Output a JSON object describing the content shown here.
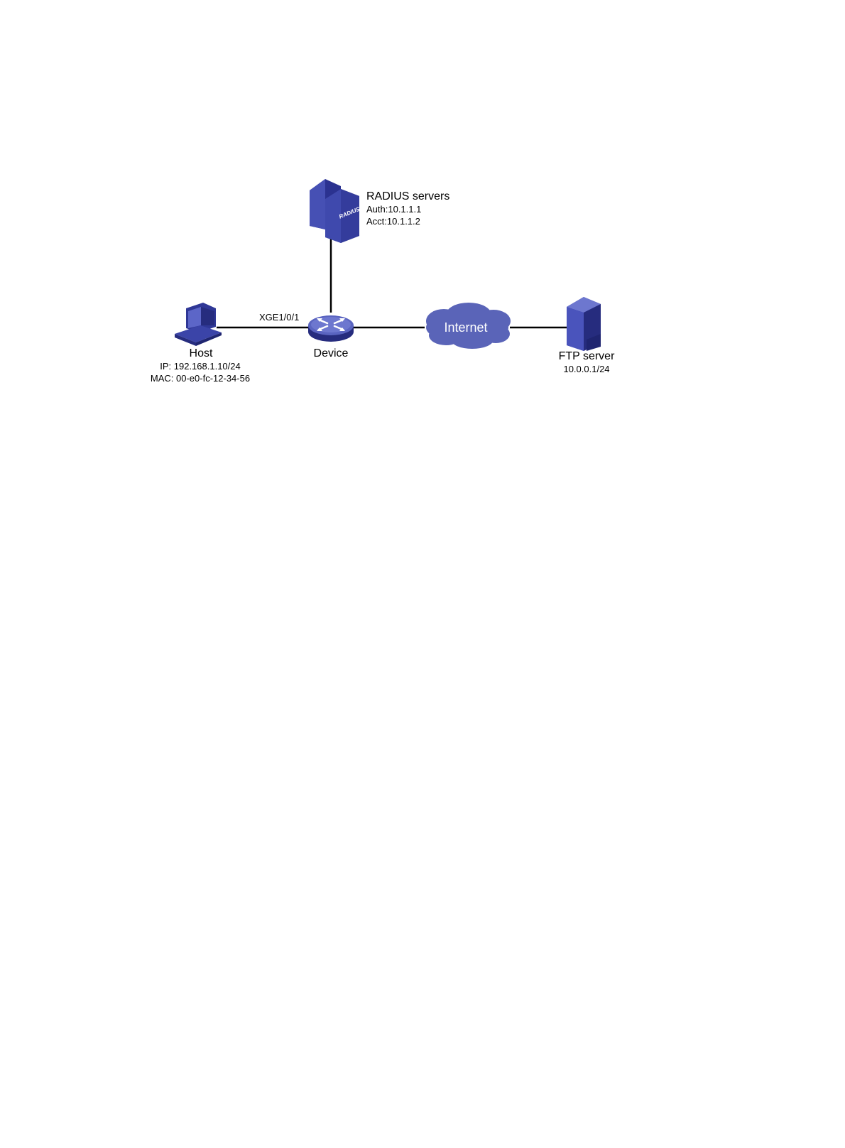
{
  "colors": {
    "device_blue": "#3b44a8",
    "device_dark": "#262c7e",
    "device_light": "#6d77cf",
    "cloud": "#5a64b8",
    "link": "#000000",
    "background": "#ffffff"
  },
  "radius": {
    "title": "RADIUS servers",
    "auth": "Auth:10.1.1.1",
    "acct": "Acct:10.1.1.2",
    "badge": "RADIUS"
  },
  "host": {
    "title": "Host",
    "ip": "IP: 192.168.1.10/24",
    "mac": "MAC: 00-e0-fc-12-34-56"
  },
  "port": {
    "label": "XGE1/0/1"
  },
  "device": {
    "title": "Device"
  },
  "internet": {
    "label": "Internet"
  },
  "ftp": {
    "title": "FTP server",
    "ip": "10.0.0.1/24"
  },
  "icons": [
    "radius-server-icon",
    "host-computer-icon",
    "switch-device-icon",
    "internet-cloud-icon",
    "ftp-server-icon"
  ]
}
